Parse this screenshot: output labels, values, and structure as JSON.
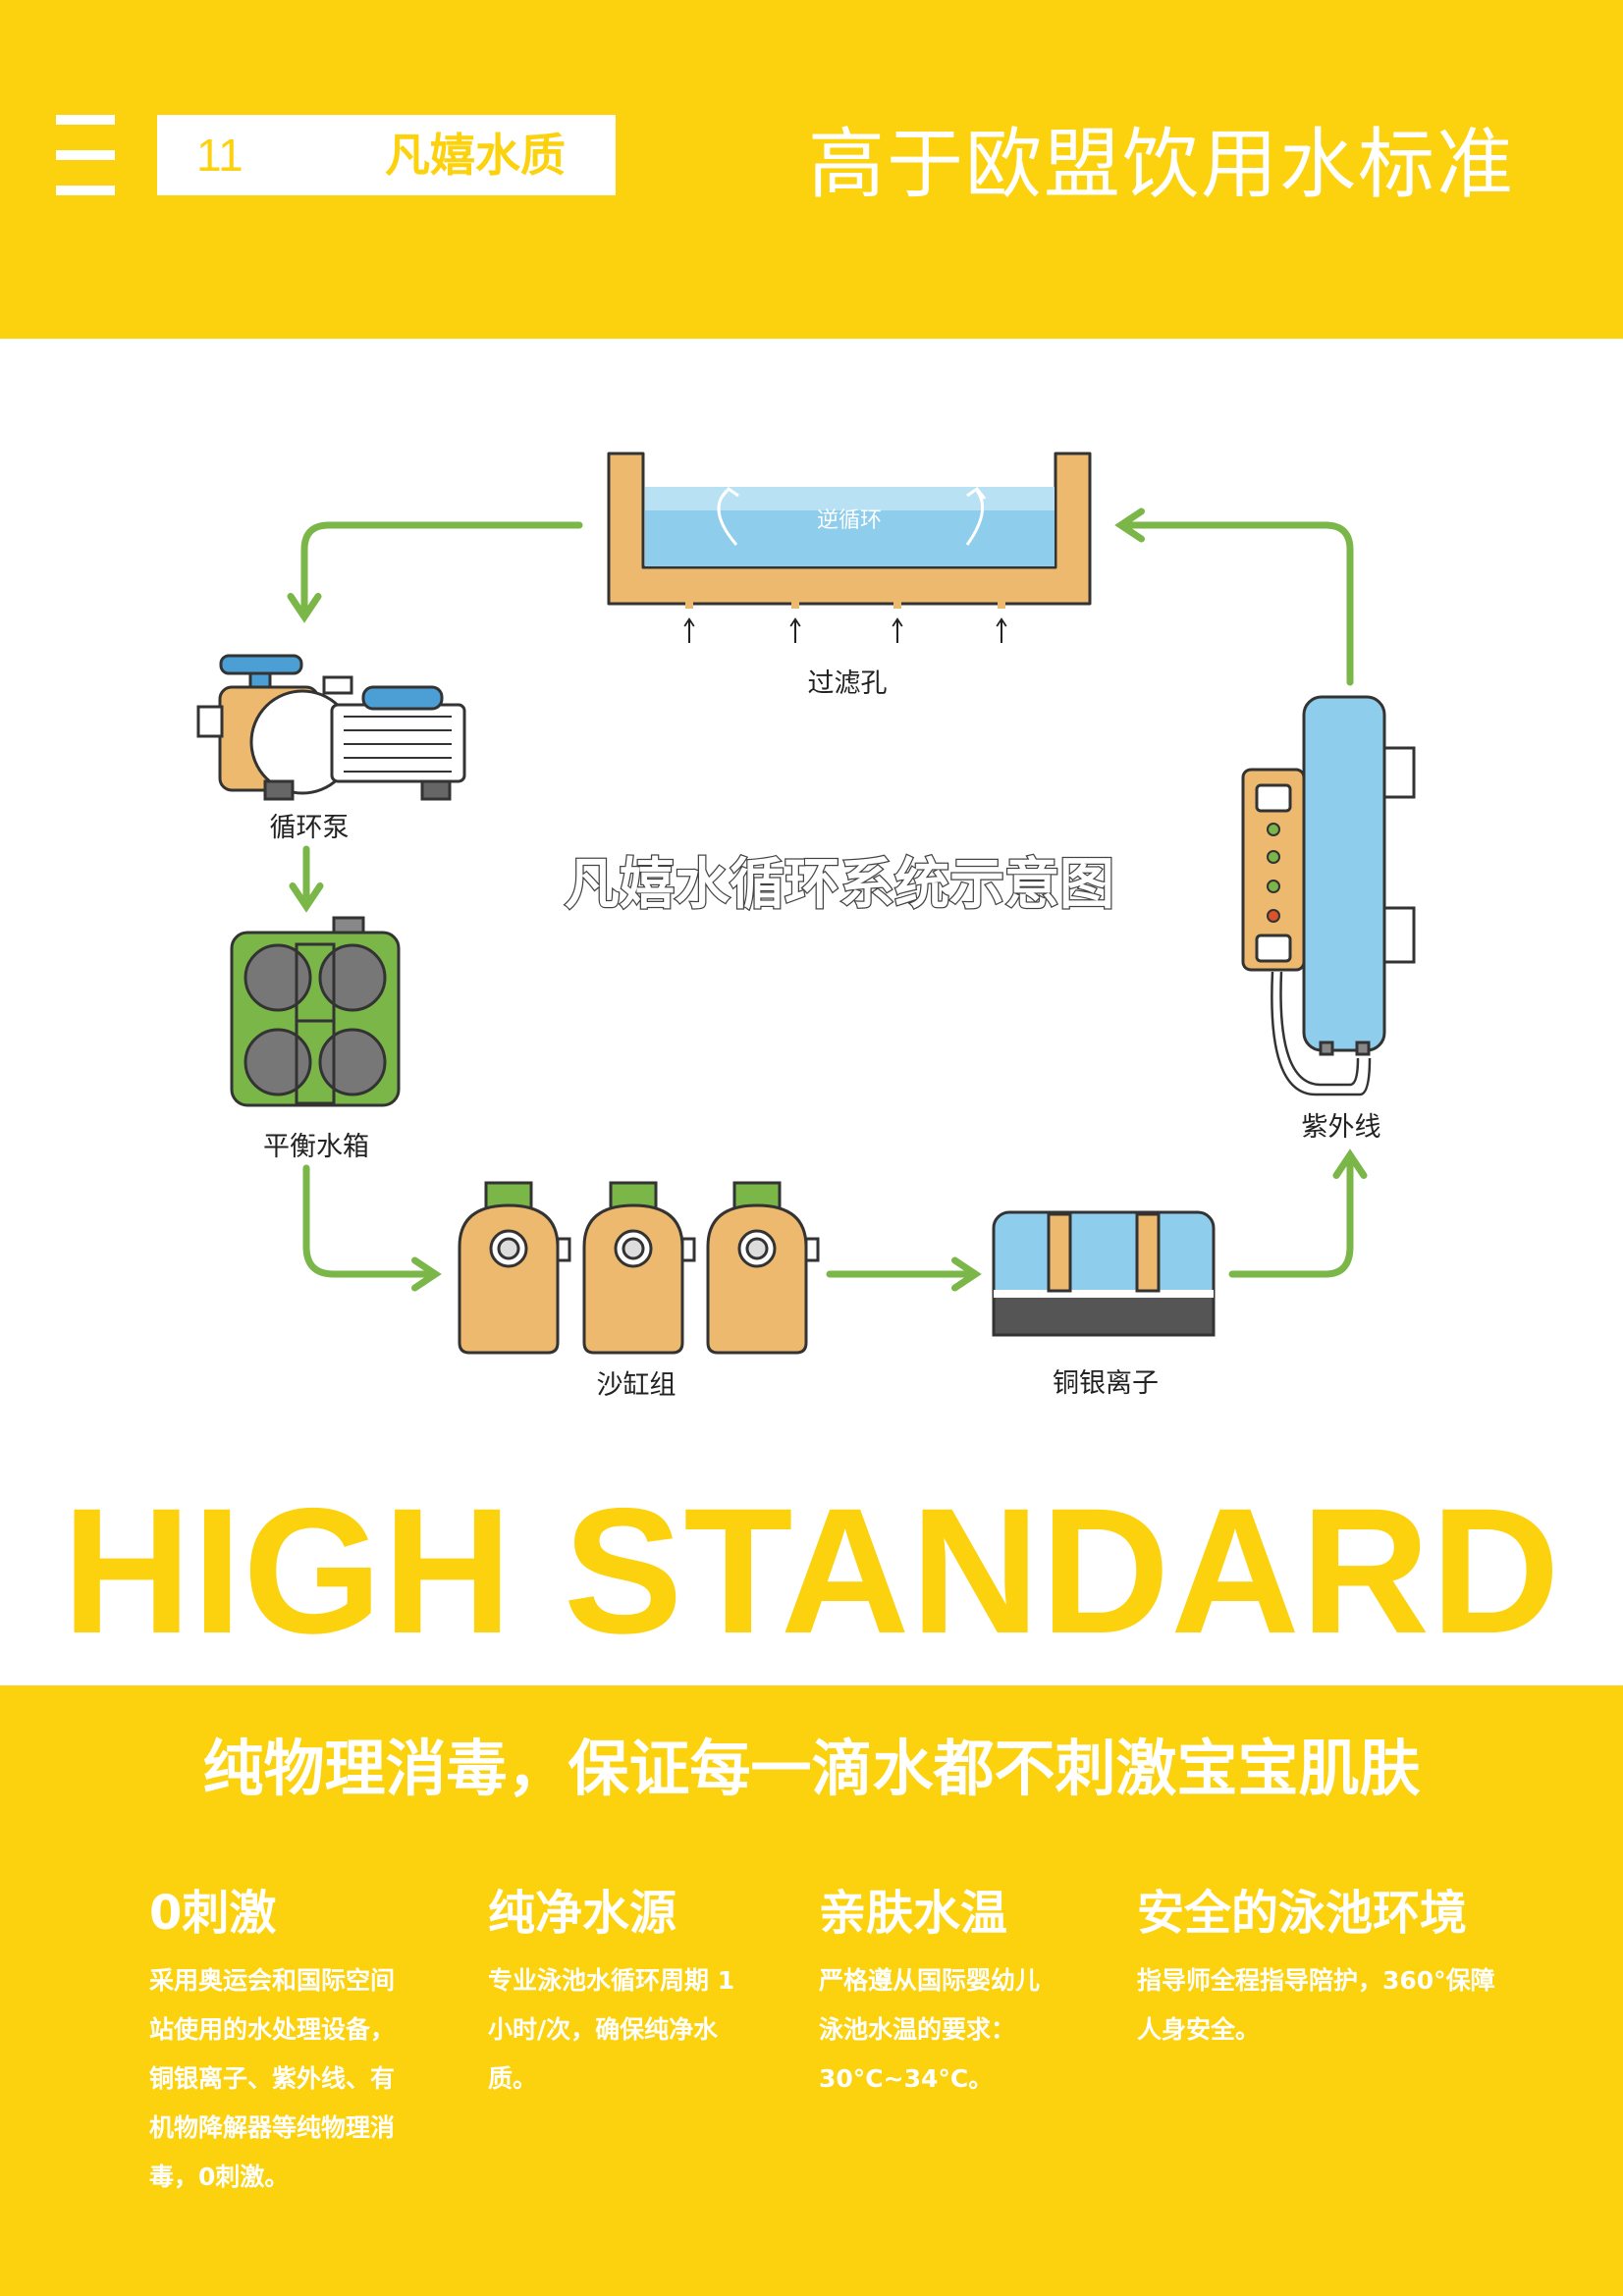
{
  "header": {
    "page_number": "11",
    "brand": "凡嬉水质",
    "headline": "高于欧盟饮用水标准"
  },
  "diagram": {
    "title": "凡嬉水循环系统示意图",
    "labels": {
      "reverse_circulation": "逆循环",
      "filter_holes": "过滤孔",
      "circulation_pump": "循环泵",
      "balance_tank": "平衡水箱",
      "sand_filter_group": "沙缸组",
      "copper_silver_ion": "铜银离子",
      "uv": "紫外线"
    }
  },
  "banner": "HIGH STANDARD",
  "footer": {
    "slogan": "纯物理消毒，保证每一滴水都不刺激宝宝肌肤",
    "features": [
      {
        "title": "0刺激",
        "lines": [
          "采用奥运会和国际空间",
          "站使用的水处理设备，",
          "铜银离子、紫外线、有",
          "机物降解器等纯物理消",
          "毒，0刺激。"
        ]
      },
      {
        "title": "纯净水源",
        "lines": [
          "专业泳池水循环周期 1",
          "小时/次，确保纯净水",
          "质。"
        ]
      },
      {
        "title": "亲肤水温",
        "lines": [
          "严格遵从国际婴幼儿",
          "泳池水温的要求：",
          "30°C~34°C。"
        ]
      },
      {
        "title": "安全的泳池环境",
        "lines": [
          "指导师全程指导陪护，360°保障",
          "人身安全。"
        ]
      }
    ]
  },
  "colors": {
    "accent_yellow": "#FBD20D",
    "arrow_green": "#7AB648",
    "equipment_orange": "#EDB96F",
    "water_blue": "#8ECDEB"
  }
}
